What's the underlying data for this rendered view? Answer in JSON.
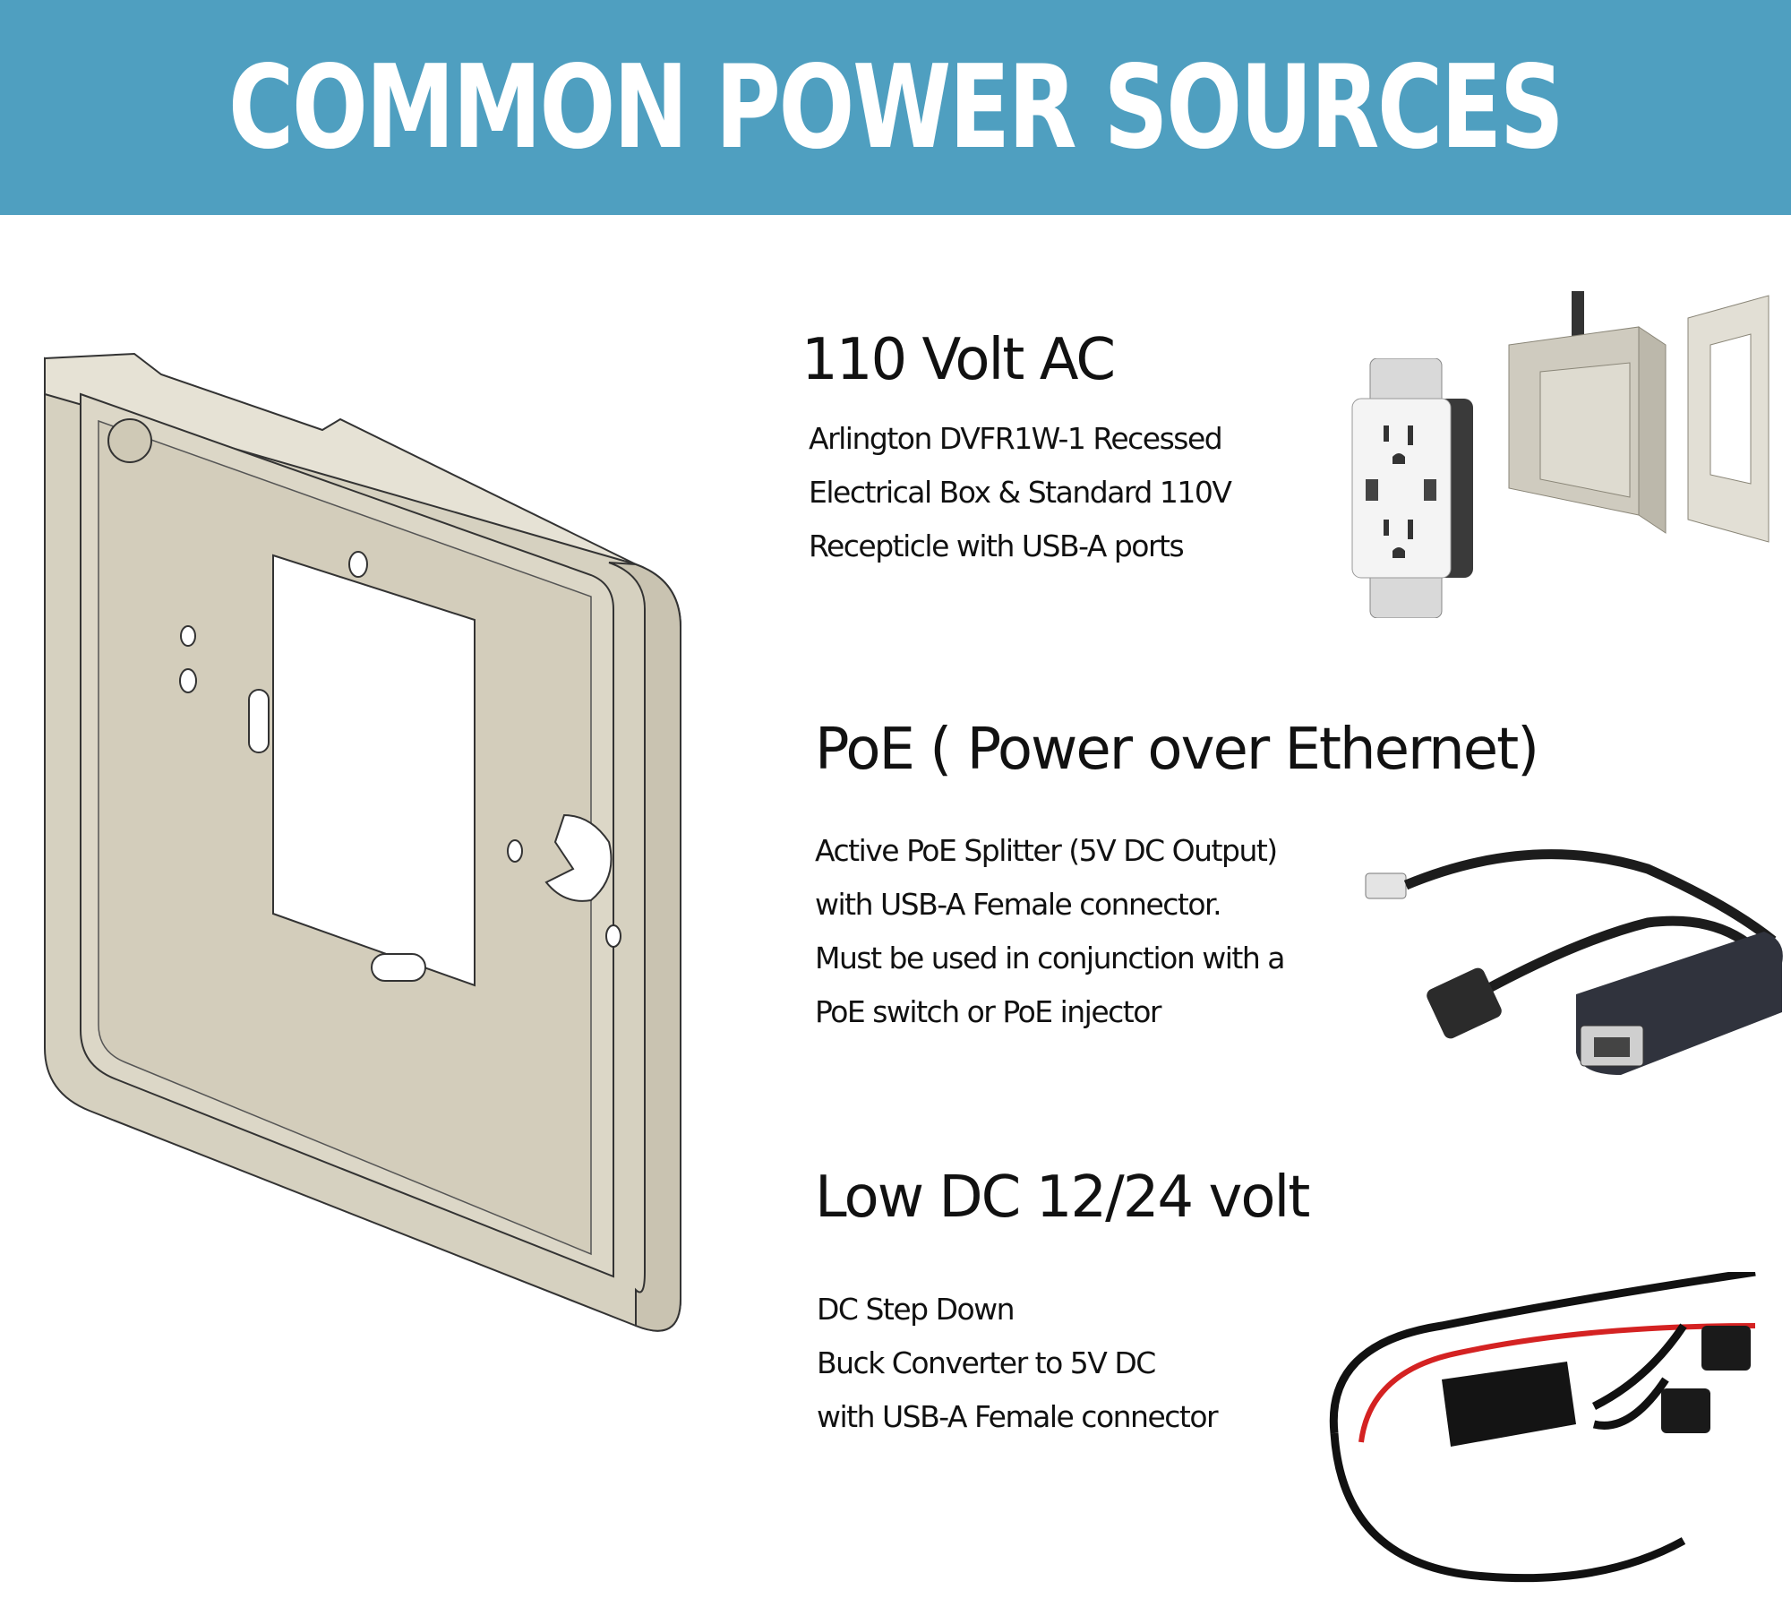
{
  "header": {
    "title": "COMMON POWER SOURCES"
  },
  "sections": [
    {
      "title": "110 Volt AC",
      "lines": [
        "Arlington DVFR1W-1 Recessed",
        "Electrical Box & Standard 110V",
        "Recepticle with USB-A ports"
      ]
    },
    {
      "title": "PoE ( Power over Ethernet)",
      "lines": [
        "Active PoE Splitter (5V DC Output)",
        "with USB-A Female connector.",
        "Must be used in conjunction with a",
        "PoE switch or PoE injector"
      ]
    },
    {
      "title": "Low DC 12/24 volt",
      "lines": [
        "DC Step Down",
        "Buck Converter to 5V DC",
        "with USB-A Female connector"
      ]
    }
  ],
  "colors": {
    "banner": "#4f9fc0",
    "frame": "#d8d3c3"
  }
}
